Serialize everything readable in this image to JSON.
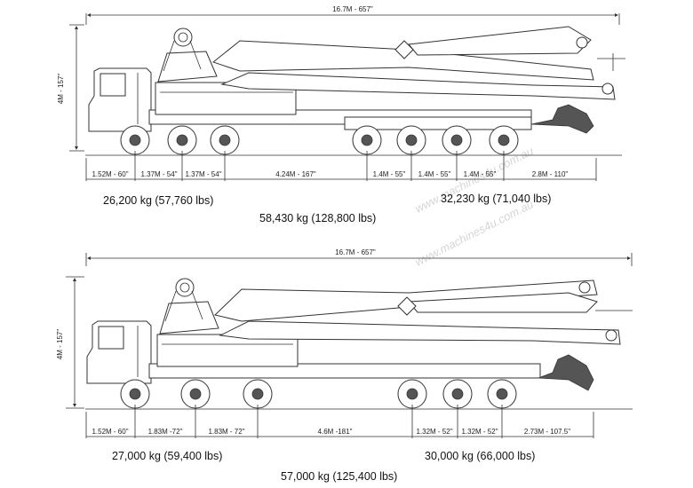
{
  "top_diagram": {
    "overall_length": "16.7M - 657\"",
    "height": "4M - 157\"",
    "spacings": [
      "1.52M - 60\"",
      "1.37M - 54\"",
      "1.37M - 54\"",
      "4.24M - 167\"",
      "1.4M - 55\"",
      "1.4M - 55\"",
      "1.4M - 55\"",
      "2.8M - 110\""
    ],
    "front_weight": "26,200 kg  (57,760 lbs)",
    "rear_weight": "32,230 kg  (71,040 lbs)",
    "total_weight": "58,430 kg  (128,800 lbs)"
  },
  "bottom_diagram": {
    "overall_length": "16.7M - 657\"",
    "height": "4M - 157\"",
    "spacings": [
      "1.52M - 60\"",
      "1.83M -72\"",
      "1.83M - 72\"",
      "4.6M -181\"",
      "1.32M - 52\"",
      "1.32M - 52\"",
      "2.73M - 107.5\""
    ],
    "front_weight": "27,000 kg  (59,400 lbs)",
    "rear_weight": "30,000 kg  (66,000 lbs)",
    "total_weight": "57,000 kg  (125,400 lbs)"
  },
  "watermark": "www.machines4u.com.au"
}
